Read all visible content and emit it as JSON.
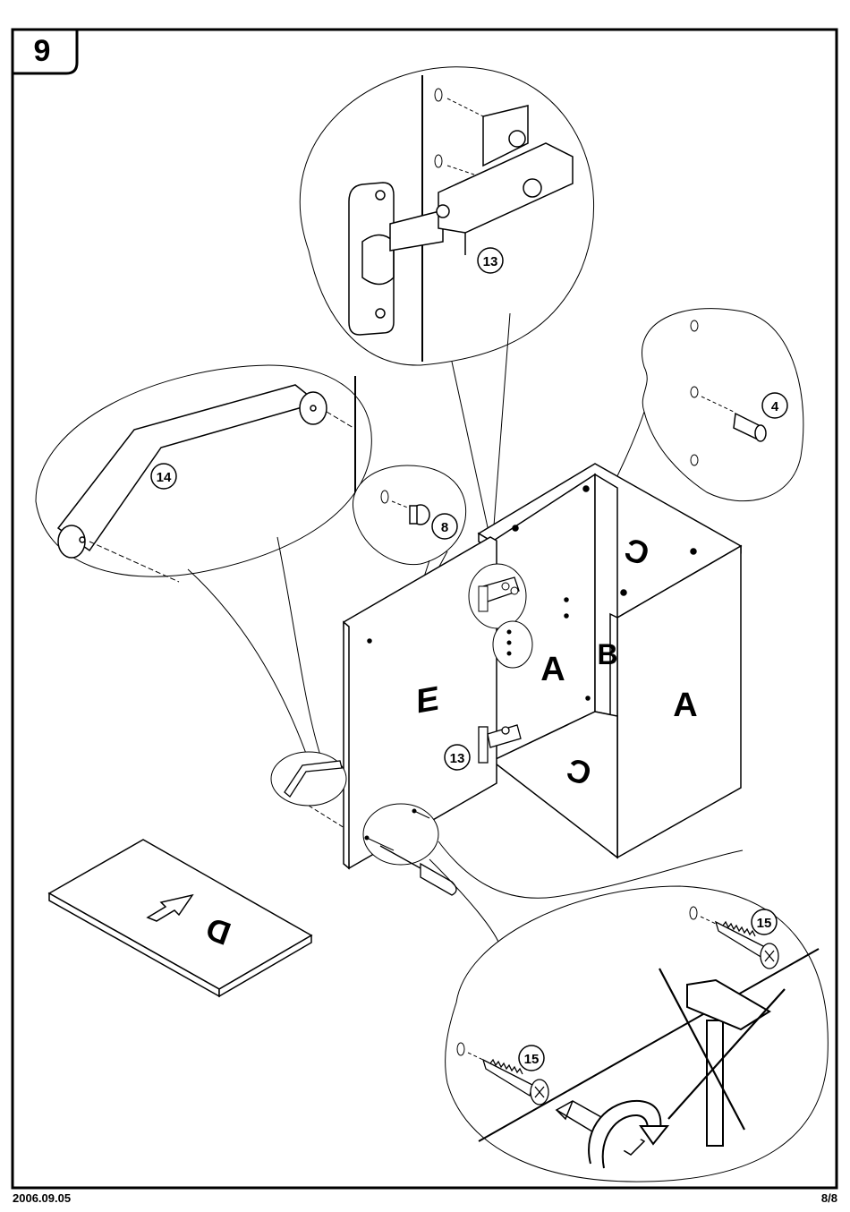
{
  "step": {
    "number": "9"
  },
  "panels": {
    "front_door": "E",
    "cabinet_back": "A",
    "cabinet_side_b": "B",
    "cabinet_side_a": "A",
    "cabinet_top": "C",
    "cabinet_bottom": "C",
    "loose_shelf": "D"
  },
  "callouts": {
    "hinge_detail": "13",
    "hinge_lower": "13",
    "shelf_pin": "4",
    "handle": "14",
    "knob": "8",
    "screw_right": "15",
    "screw_left": "15"
  },
  "footer": {
    "date": "2006.09.05",
    "page": "8/8"
  }
}
